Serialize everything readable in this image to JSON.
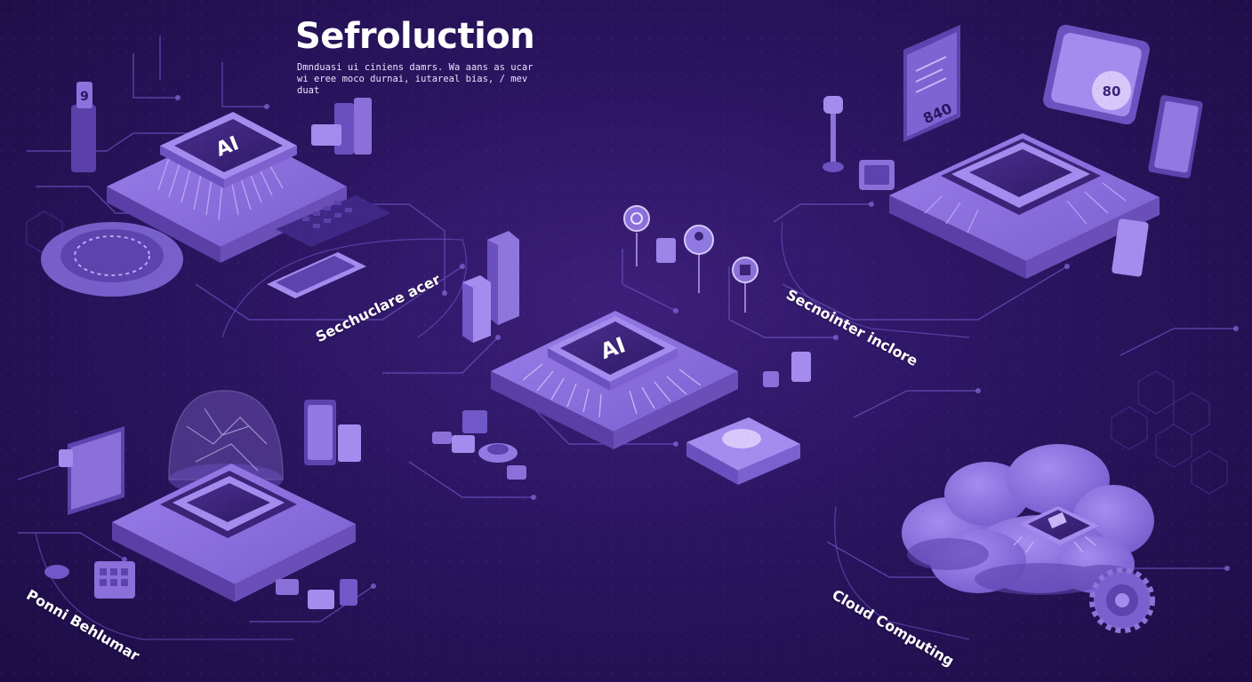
{
  "header": {
    "title": "Sefroluction",
    "subtitle": "Dmnduasi ui ciniens damrs. Wa aans as ucar\nwi eree moco durnai, iutareal bias, / mev duat"
  },
  "labels": {
    "left_mid": "Secchuclare acer",
    "right_mid": "Secnointer inclore",
    "bottom_left": "Ponni Behlumar",
    "bottom_right": "Cloud Computing"
  },
  "chips": {
    "top_left": "AI",
    "center": "AI"
  },
  "panels": {
    "top_right_value": "840",
    "top_right_badge": "80"
  },
  "colors": {
    "background": "#2a1560",
    "platform": "#7b5fd0",
    "platform_top": "#8f74e0",
    "platform_side": "#5a3fa6",
    "chip": "#3b2378",
    "circuit": "#8d74d8",
    "accent_light": "#b7a2f5"
  }
}
